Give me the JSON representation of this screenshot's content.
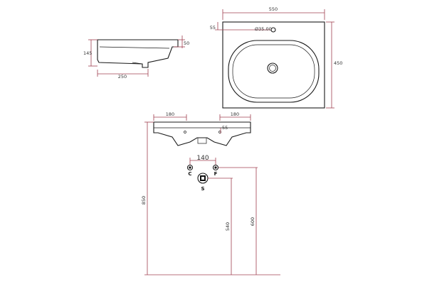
{
  "dimensions": {
    "top_width": "550",
    "top_tap_offset": "55",
    "top_hole_dia": "Ø35.00",
    "top_depth": "450",
    "side_height": "145",
    "side_rim": "50",
    "side_depth": "250",
    "front_left": "180",
    "front_right": "180",
    "front_tap_height": "55",
    "front_spacing": "140",
    "front_total_height": "850",
    "front_waste_height": "540",
    "front_supply_height": "600"
  },
  "labels": {
    "cold": "C",
    "hot": "F",
    "waste": "S"
  }
}
